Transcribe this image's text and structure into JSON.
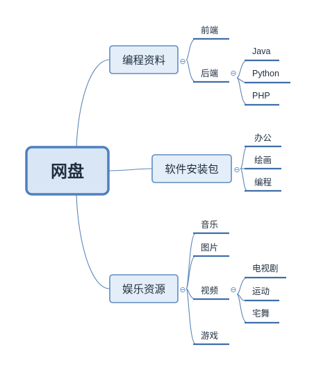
{
  "colors": {
    "line": "#5b86b8",
    "underline": "#3f6ea8",
    "root_fill": "#d8e6f5",
    "root_stroke": "#4f80bd",
    "node_fill": "#e4eef8",
    "node_stroke": "#5d8cc4",
    "text": "#1f2d3d",
    "root_text": "#2e5289"
  },
  "root": {
    "label": "网盘"
  },
  "branches": [
    {
      "label": "编程资料",
      "children": [
        {
          "label": "前端"
        },
        {
          "label": "后端",
          "collapsed_marker": "⊖",
          "children": [
            {
              "label": "Java"
            },
            {
              "label": "Python"
            },
            {
              "label": "PHP"
            }
          ]
        }
      ],
      "collapsed_marker": "⊖"
    },
    {
      "label": "软件安装包",
      "collapsed_marker": "⊖",
      "children": [
        {
          "label": "办公"
        },
        {
          "label": "绘画"
        },
        {
          "label": "编程"
        }
      ]
    },
    {
      "label": "娱乐资源",
      "collapsed_marker": "⊖",
      "children": [
        {
          "label": "音乐"
        },
        {
          "label": "图片"
        },
        {
          "label": "视频",
          "collapsed_marker": "⊖",
          "children": [
            {
              "label": "电视剧"
            },
            {
              "label": "运动"
            },
            {
              "label": "宅舞"
            }
          ]
        },
        {
          "label": "游戏"
        }
      ]
    }
  ]
}
